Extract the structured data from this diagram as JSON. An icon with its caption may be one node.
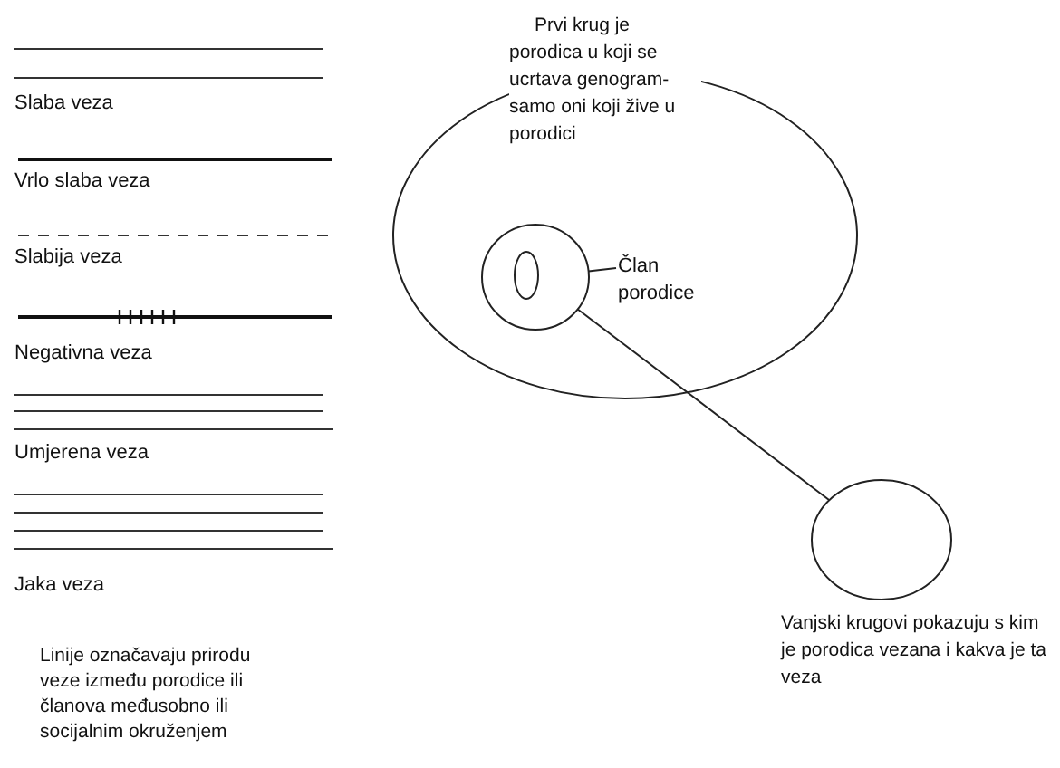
{
  "diagram": {
    "nodes": [
      {
        "text": [
          "Prvi krug je porodica u koji se ucrtava genogram-samo oni koji žive u porodici"
        ]
      },
      {
        "text": [],
        "shape": "circle",
        "in": 0
      },
      {
        "text": [],
        "shape": "circle",
        "in": 1
      },
      {
        "text": [
          "Član porodice"
        ],
        "in": 0
      },
      {
        "text": [],
        "shape": "circle",
        "beside": [
          "Vanjski krugovi pokazuju s kim je porodica vezana i kakva je ta veza"
        ]
      }
    ],
    "edges": [
      {
        "from": 3,
        "to": 1,
        "arrow": "none"
      },
      {
        "from": 1,
        "to": 4,
        "arrow": "none"
      }
    ],
    "labels": [
      "Linije označavaju prirodu veze između porodice ili članova međusobno ili socijalnim okruženjem"
    ],
    "legend": [
      {
        "text": "Slaba veza"
      },
      {
        "text": "Vrlo slaba veza"
      },
      {
        "text": "Slabija veza"
      },
      {
        "text": "Negativna veza"
      },
      {
        "text": "Umjerena veza"
      },
      {
        "text": "Jaka veza"
      }
    ]
  }
}
